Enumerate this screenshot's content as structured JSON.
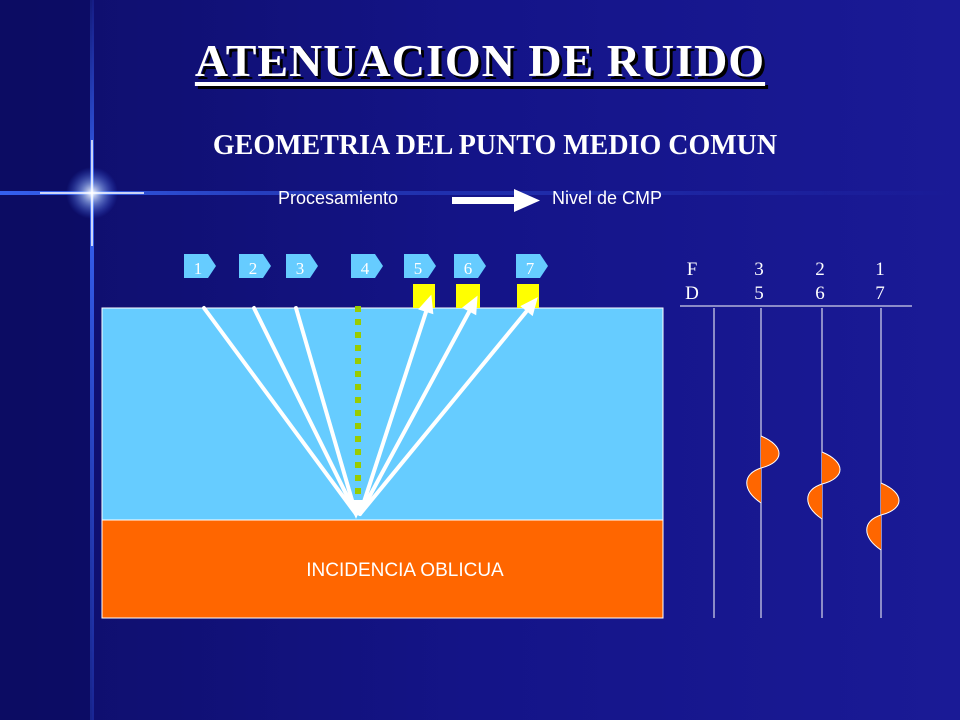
{
  "slide": {
    "title": "ATENUACION DE RUIDO",
    "subtitle": "GEOMETRIA DEL PUNTO MEDIO COMUN",
    "process_from": "Procesamiento",
    "process_to": "Nivel de CMP"
  },
  "diagram": {
    "stations": [
      "1",
      "2",
      "3",
      "4",
      "5",
      "6",
      "7"
    ],
    "layer_label": "INCIDENCIA  OBLICUA",
    "gather_header": {
      "top": [
        "F",
        "3",
        "2",
        "1"
      ],
      "bottom": [
        "D",
        "5",
        "6",
        "7"
      ]
    }
  },
  "colors": {
    "background": "#15158a",
    "upper_layer": "#66ccff",
    "lower_layer": "#ff6600",
    "station_fill": "#66ccff",
    "receiver": "#ffff00",
    "dotted_normal": "#99cc00",
    "wavelet_fill": "#ff6600"
  }
}
